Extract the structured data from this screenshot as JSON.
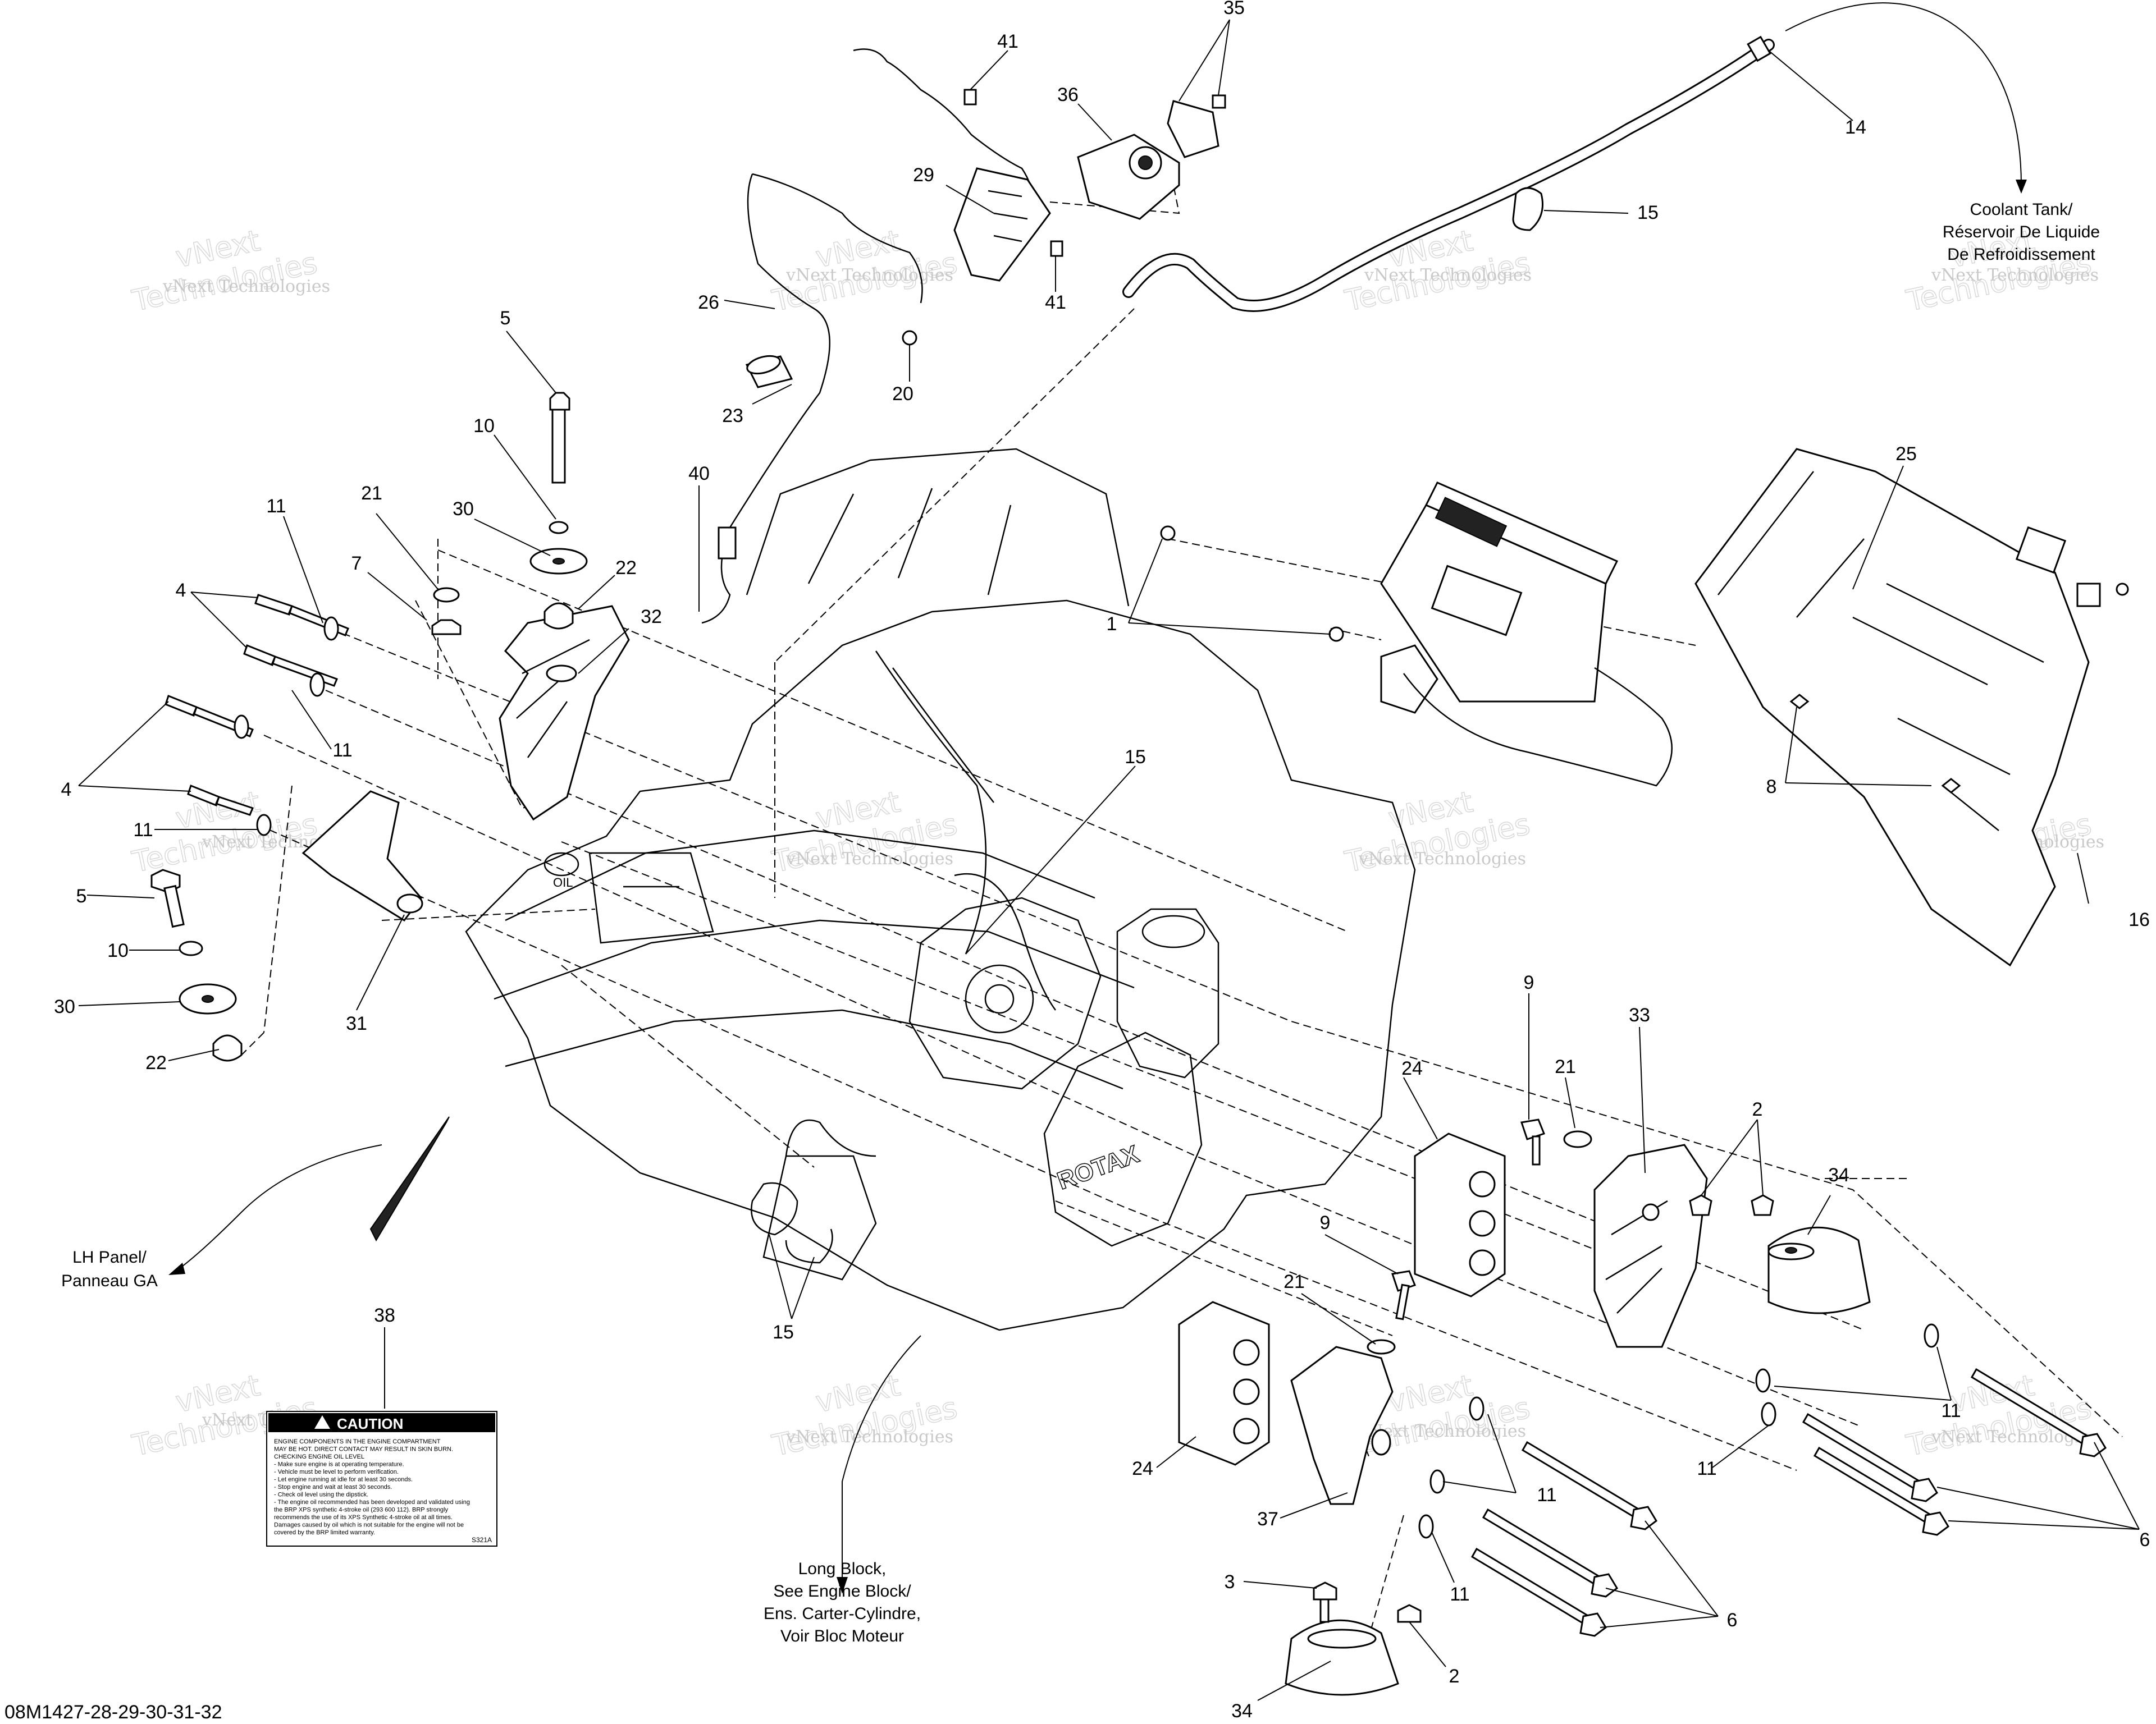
{
  "callouts": [
    {
      "id": "c41a",
      "text": "41"
    },
    {
      "id": "c35",
      "text": "35"
    },
    {
      "id": "c36",
      "text": "36"
    },
    {
      "id": "c14",
      "text": "14"
    },
    {
      "id": "c29",
      "text": "29"
    },
    {
      "id": "c15a",
      "text": "15"
    },
    {
      "id": "c41b",
      "text": "41"
    },
    {
      "id": "c26",
      "text": "26"
    },
    {
      "id": "c20",
      "text": "20"
    },
    {
      "id": "c5a",
      "text": "5"
    },
    {
      "id": "c23",
      "text": "23"
    },
    {
      "id": "c10a",
      "text": "10"
    },
    {
      "id": "c40",
      "text": "40"
    },
    {
      "id": "c21a",
      "text": "21"
    },
    {
      "id": "c30a",
      "text": "30"
    },
    {
      "id": "c11a",
      "text": "11"
    },
    {
      "id": "c7",
      "text": "7"
    },
    {
      "id": "c22a",
      "text": "22"
    },
    {
      "id": "c4a",
      "text": "4"
    },
    {
      "id": "c32",
      "text": "32"
    },
    {
      "id": "c1",
      "text": "1"
    },
    {
      "id": "c25",
      "text": "25"
    },
    {
      "id": "c11b",
      "text": "11"
    },
    {
      "id": "c4b",
      "text": "4"
    },
    {
      "id": "c11c",
      "text": "11"
    },
    {
      "id": "c15b",
      "text": "15"
    },
    {
      "id": "c8",
      "text": "8"
    },
    {
      "id": "c5b",
      "text": "5"
    },
    {
      "id": "c10b",
      "text": "10"
    },
    {
      "id": "c30b",
      "text": "30"
    },
    {
      "id": "c16",
      "text": "16"
    },
    {
      "id": "c31",
      "text": "31"
    },
    {
      "id": "c22b",
      "text": "22"
    },
    {
      "id": "c9a",
      "text": "9"
    },
    {
      "id": "c24a",
      "text": "24"
    },
    {
      "id": "c21b",
      "text": "21"
    },
    {
      "id": "c33",
      "text": "33"
    },
    {
      "id": "c2a",
      "text": "2"
    },
    {
      "id": "c34a",
      "text": "34"
    },
    {
      "id": "c9b",
      "text": "9"
    },
    {
      "id": "c15c",
      "text": "15"
    },
    {
      "id": "c21c",
      "text": "21"
    },
    {
      "id": "c38",
      "text": "38"
    },
    {
      "id": "c11d",
      "text": "11"
    },
    {
      "id": "c11e",
      "text": "11"
    },
    {
      "id": "c24b",
      "text": "24"
    },
    {
      "id": "c37",
      "text": "37"
    },
    {
      "id": "c11f",
      "text": "11"
    },
    {
      "id": "c6a",
      "text": "6"
    },
    {
      "id": "c11g",
      "text": "11"
    },
    {
      "id": "c3",
      "text": "3"
    },
    {
      "id": "c6b",
      "text": "6"
    },
    {
      "id": "c2b",
      "text": "2"
    },
    {
      "id": "c34b",
      "text": "34"
    }
  ],
  "notes": {
    "coolant_tank": [
      "Coolant Tank/",
      "Réservoir De Liquide",
      "De Refroidissement"
    ],
    "lh_panel": [
      "LH Panel/",
      "Panneau GA"
    ],
    "long_block": [
      "Long Block,",
      "See Engine Block/",
      "Ens. Carter-Cylindre,",
      "Voir Bloc Moteur"
    ]
  },
  "watermark": {
    "small": "vNext Technologies",
    "large_top": "vNext",
    "large_bottom": "Technologies"
  },
  "caution_label": {
    "header": "CAUTION",
    "lines": [
      "ENGINE COMPONENTS IN THE ENGINE COMPARTMENT",
      "MAY BE HOT. DIRECT CONTACT MAY RESULT IN SKIN BURN.",
      "CHECKING ENGINE OIL LEVEL",
      "- Make sure engine is at operating temperature.",
      "- Vehicle must be level to perform verification.",
      "- Let engine running at idle for at least 30 seconds.",
      "- Stop engine and wait at least 30 seconds.",
      "- Check oil level using the dipstick.",
      "- The engine oil recommended has been developed and validated using",
      "  the BRP XPS synthetic 4-stroke oil (293 600 112). BRP strongly",
      "  recommends the use of its XPS Synthetic 4-stroke oil at all times.",
      "  Damages caused by oil which is not suitable for the engine will not be",
      "  covered by the BRP limited warranty."
    ],
    "code": "S321A"
  },
  "drawing_number": "08M1427-28-29-30-31-32",
  "engine_marks": {
    "brand": "ROTAX",
    "oil_cap": "OIL"
  }
}
